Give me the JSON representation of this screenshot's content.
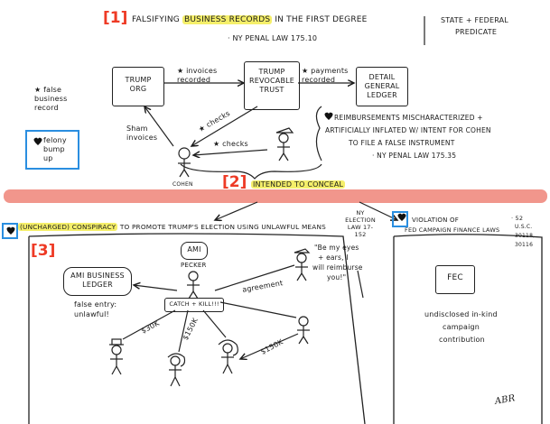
{
  "colors": {
    "label_red": "#ee3a25",
    "highlight": "#f5ef6a",
    "blue_box": "#2a8ee0",
    "band": "#f08b80",
    "ink": "#1a1a1a"
  },
  "markers": {
    "m1": "[1]",
    "m2": "[2]",
    "m3": "[3]"
  },
  "header": {
    "prefix": "Falsifying",
    "highlight": "business records",
    "suffix": "in the first degree",
    "statute": "· NY Penal Law 175.10",
    "right_line1": "State + Federal",
    "right_line2": "Predicate"
  },
  "top": {
    "trump_org": "Trump Org",
    "invoices_recorded": "★ invoices recorded",
    "trust": "Trump Revocable Trust",
    "payments_recorded": "★ payments recorded",
    "ledger": "Detail General Ledger",
    "false_record": "★ false business record",
    "felony": "felony bump up",
    "sham_invoices": "Sham invoices",
    "checks1": "★ checks",
    "checks2": "★ checks",
    "cohen": "Cohen",
    "reimb_line1": "Reimbursements mischaracterized +",
    "reimb_line2": "artificially inflated w/ intent for Cohen",
    "reimb_line3": "to file a false instrument",
    "reimb_line4": "· NY Penal Law 175.35"
  },
  "middle": {
    "intended": "Intended to conceal"
  },
  "bottom": {
    "uncharged": "(Uncharged) conspiracy",
    "conspiracy_rest": "to promote Trump's election using unlawful means",
    "ny_election_law": "NY Election Law 17-152",
    "violation_line1": "violation of",
    "violation_line2": "Fed campaign finance laws",
    "usc_line1": "· 52",
    "usc_line2": "U.S.C.",
    "usc_line3": "30118,",
    "usc_line4": "30116",
    "ami_pecker_line1": "AMI",
    "ami_pecker_line2": "Pecker",
    "ami_ledger": "AMI Business Ledger",
    "false_entry_line1": "false entry:",
    "false_entry_line2": "unlawful!",
    "quote_line1": "\"Be my eyes",
    "quote_line2": "+ ears, I",
    "quote_line3": "will reimburse",
    "quote_line4": "you!\"",
    "agreement": "agreement",
    "catch_kill": "Catch + Kill!!!",
    "amt30k": "$30K",
    "amt150k_a": "$150K",
    "amt150k_b": "$150K",
    "fec": "FEC",
    "fec_line1": "undisclosed in-kind",
    "fec_line2": "campaign",
    "fec_line3": "contribution",
    "signature": "ABR"
  }
}
